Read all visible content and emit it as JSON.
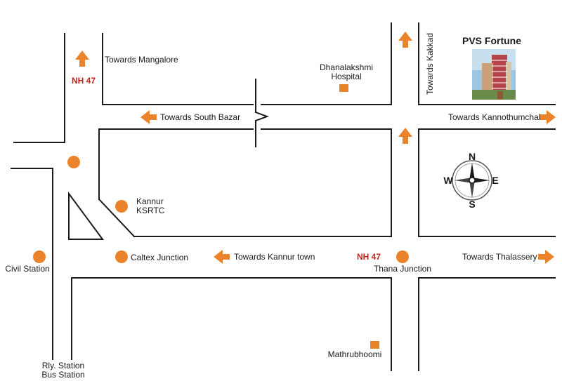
{
  "project": {
    "name": "PVS Fortune"
  },
  "highways": {
    "north": "NH 47",
    "south": "NH 47"
  },
  "directions": {
    "mangalore": "Towards Mangalore",
    "south_bazar": "Towards South Bazar",
    "kakkad": "Towards Kakkad",
    "kannothumchal": "Towards Kannothumchal",
    "kannur_town": "Towards Kannur town",
    "thalassery": "Towards Thalassery"
  },
  "landmarks": {
    "dhanalakshmi_line1": "Dhanalakshmi",
    "dhanalakshmi_line2": "Hospital",
    "ksrtc_line1": "Kannur",
    "ksrtc_line2": "KSRTC",
    "caltex": "Caltex Junction",
    "civil_station": "Civil Station",
    "thana": "Thana Junction",
    "mathrubhoomi": "Mathrubhoomi",
    "rly_line1": "Rly. Station",
    "rly_line2": "Bus Station"
  },
  "compass": {
    "n": "N",
    "s": "S",
    "e": "E",
    "w": "W"
  },
  "colors": {
    "marker": "#ea8329",
    "highway": "#c8201e",
    "road": "#1a1a1a",
    "building": "#b4454a",
    "sky": "#9cc6e4"
  }
}
